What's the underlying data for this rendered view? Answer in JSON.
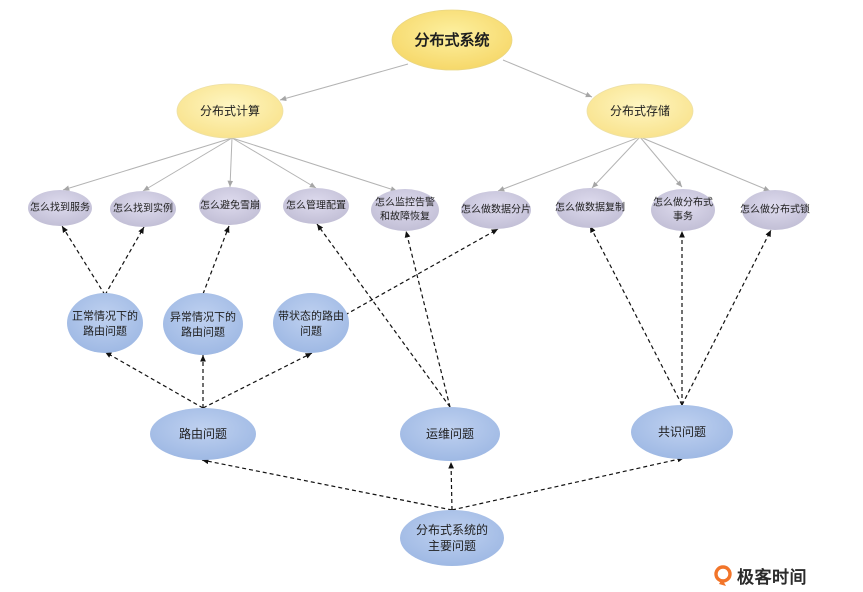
{
  "diagram": {
    "root": "分布式系统",
    "compute": "分布式计算",
    "storage": "分布式存储",
    "leaves": {
      "find_service": "怎么找到服务",
      "find_instance": "怎么找到实例",
      "avoid_avalanche": "怎么避免雪崩",
      "manage_config": "怎么管理配置",
      "monitor_recover": [
        "怎么监控告警",
        "和故障恢复"
      ],
      "sharding": "怎么做数据分片",
      "replication": "怎么做数据复制",
      "dist_tx": [
        "怎么做分布式",
        "事务"
      ],
      "dist_lock": "怎么做分布式锁"
    },
    "sub_problems": {
      "normal_routing": [
        "正常情况下的",
        "路由问题"
      ],
      "abnormal_routing": [
        "异常情况下的",
        "路由问题"
      ],
      "stateful_routing": [
        "带状态的路由",
        "问题"
      ]
    },
    "problems": {
      "routing": "路由问题",
      "ops": "运维问题",
      "consensus": "共识问题"
    },
    "main": [
      "分布式系统的",
      "主要问题"
    ]
  },
  "logo": {
    "text": "极客时间",
    "icon": "geektime-logo-icon",
    "color": "#f2752a"
  },
  "colors": {
    "yellow": "#fcefa9",
    "grey": "#cbc8dd",
    "blue": "#a9c1e8"
  }
}
